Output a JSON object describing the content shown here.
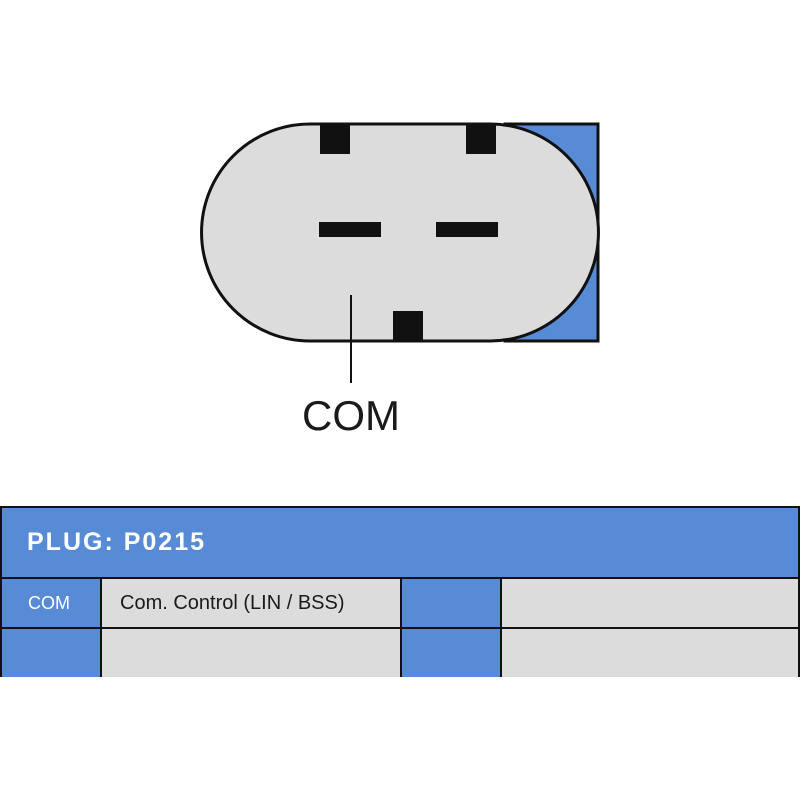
{
  "diagram": {
    "pin_label": "COM",
    "colors": {
      "connector_fill": "#dcdcdc",
      "key_fill": "#588bd6",
      "outline": "#111111"
    }
  },
  "table": {
    "title": "PLUG: P0215",
    "rows": [
      {
        "pin1": "COM",
        "desc1": "Com. Control (LIN / BSS)",
        "pin2": "",
        "desc2": ""
      },
      {
        "pin1": "",
        "desc1": "",
        "pin2": "",
        "desc2": ""
      }
    ],
    "colors": {
      "header": "#588bd6",
      "pin_cell": "#588bd6",
      "desc_cell": "#dcdcdc"
    }
  }
}
